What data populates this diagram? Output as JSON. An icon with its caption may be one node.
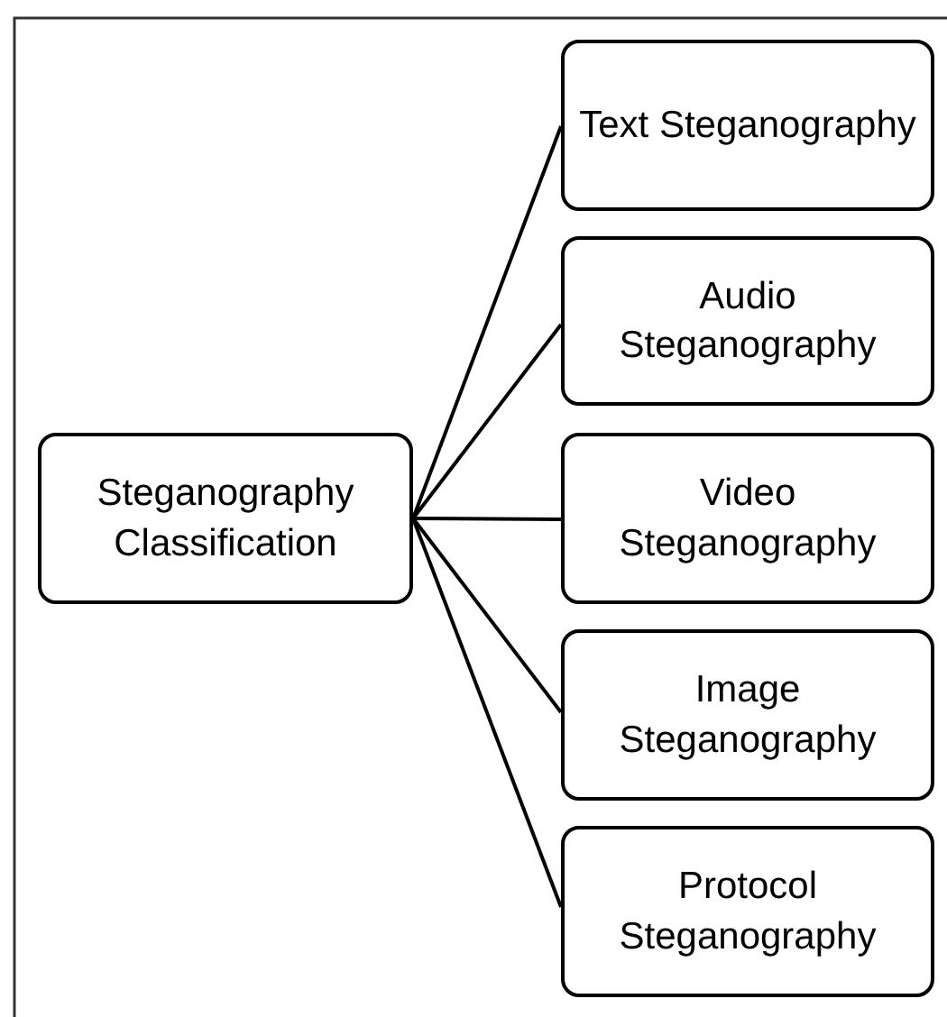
{
  "diagram": {
    "nodes": [
      {
        "text": [
          "Steganography Classification"
        ]
      },
      {
        "text": [
          "Text Steganography"
        ]
      },
      {
        "text": [
          "Audio Steganography"
        ]
      },
      {
        "text": [
          "Video Steganography"
        ]
      },
      {
        "text": [
          "Image Steganography"
        ]
      },
      {
        "text": [
          "Protocol Steganography"
        ]
      }
    ],
    "edges": [
      {
        "from": 0,
        "to": 1,
        "arrow": "none"
      },
      {
        "from": 0,
        "to": 2,
        "arrow": "none"
      },
      {
        "from": 0,
        "to": 3,
        "arrow": "none"
      },
      {
        "from": 0,
        "to": 4,
        "arrow": "none"
      },
      {
        "from": 0,
        "to": 5,
        "arrow": "none"
      }
    ]
  }
}
